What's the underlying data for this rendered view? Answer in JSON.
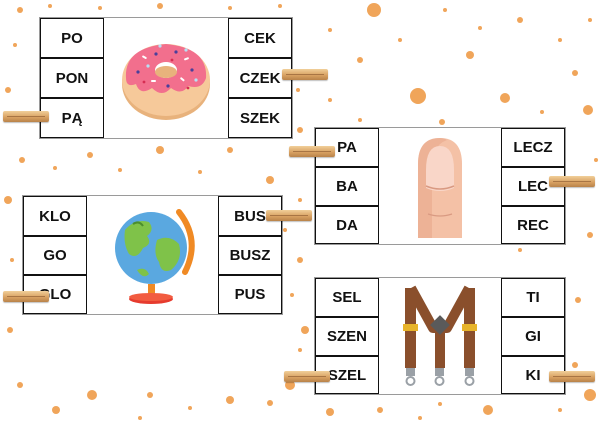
{
  "cards": [
    {
      "id": "donut",
      "left": [
        "PO",
        "PON",
        "PĄ"
      ],
      "right": [
        "CEK",
        "CZEK",
        "SZEK"
      ],
      "image": "donut-icon"
    },
    {
      "id": "finger",
      "left": [
        "PA",
        "BA",
        "DA"
      ],
      "right": [
        "LECZ",
        "LEC",
        "REC"
      ],
      "image": "finger-icon"
    },
    {
      "id": "globe",
      "left": [
        "KLO",
        "GO",
        "GLO"
      ],
      "right": [
        "BUS",
        "BUSZ",
        "PUS"
      ],
      "image": "globe-icon"
    },
    {
      "id": "braces",
      "left": [
        "SEL",
        "SZEN",
        "SZEL"
      ],
      "right": [
        "TI",
        "GI",
        "KI"
      ],
      "image": "suspenders-icon"
    }
  ],
  "colors": {
    "splatter": "#f0a55a",
    "peg": "#d9a263",
    "border": "#111111"
  },
  "decorations": [
    "clothespin-icon",
    "paint-splatter"
  ]
}
